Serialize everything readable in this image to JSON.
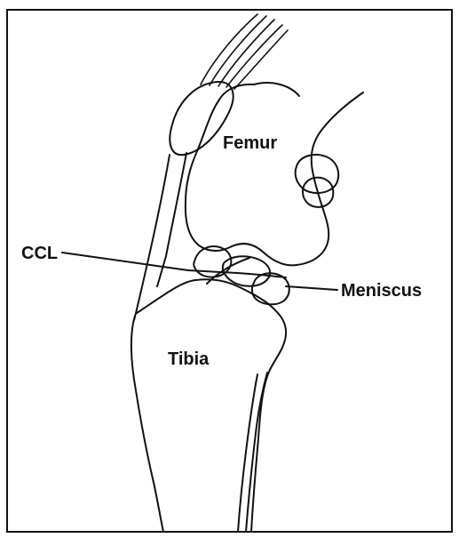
{
  "figure": {
    "labels": {
      "femur": "Femur",
      "ccl": "CCL",
      "meniscus": "Meniscus",
      "tibia": "Tibia"
    },
    "colors": {
      "line": "#111111",
      "background": "#ffffff"
    }
  }
}
